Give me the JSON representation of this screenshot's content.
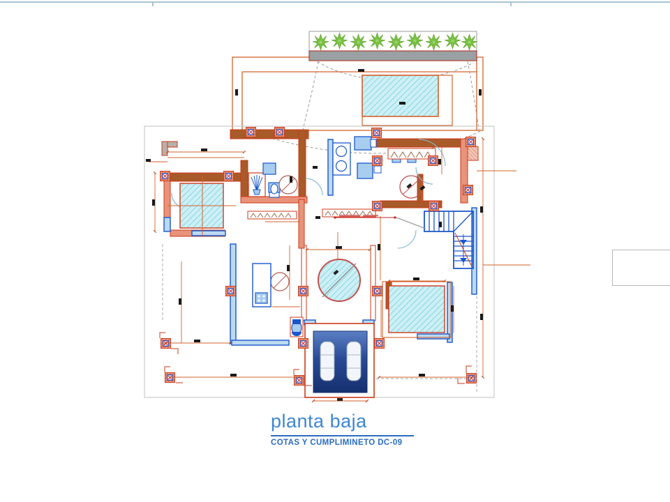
{
  "document": {
    "type": "architectural-floor-plan",
    "title": "planta baja",
    "subtitle": "COTAS Y CUMPLIMINETO DC-09"
  },
  "drawing": {
    "features": [
      "planter-with-plants",
      "roof-terrace-outline",
      "upper-pool-hatch",
      "exterior-walls",
      "interior-walls",
      "column-markers",
      "bathroom-fixtures",
      "kitchen-fixtures",
      "kitchen-island",
      "staircase",
      "dining-circle",
      "bedroom-terrace-hatch",
      "entry-door",
      "glazed-walls",
      "dimension-lines",
      "property-boundary",
      "wardrobe",
      "annotation-leader"
    ],
    "colors": {
      "title_blue": "#3e86d2",
      "subtitle_blue": "#2a6cc0",
      "wall_fill": "#a85a28",
      "wall_accent": "#e8937a",
      "wall_edge": "#cc3a1a",
      "dimension_orange": "#d2622a",
      "glazing_blue": "#1a56cc",
      "fixture_fill": "#a8cdee",
      "hatch_fill": "#cdeff5",
      "hatch_line": "#66cfd6",
      "plant_green": "#7ac143",
      "planter_bar_gray": "#9aa0a3",
      "boundary_gray": "#c0c0c0",
      "entry_dark": "#16306e",
      "entry_light": "#5b7fc4",
      "page_rule": "#a9c3d2"
    }
  }
}
